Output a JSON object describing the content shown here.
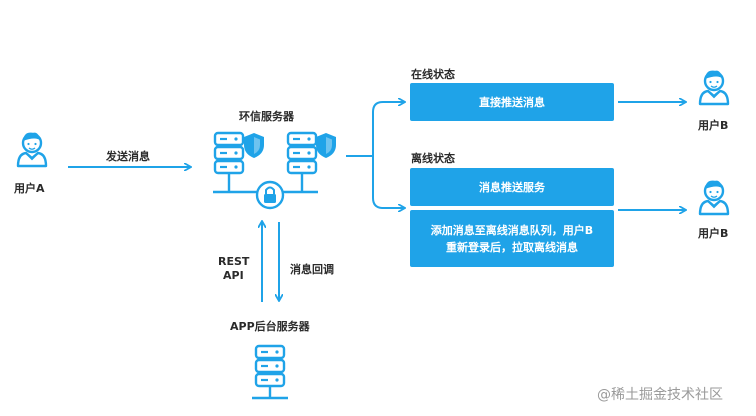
{
  "colors": {
    "accent": "#1fa3e8",
    "line": "#1fa3e8",
    "text": "#2b2b2b",
    "watermark": "#9a9a9a"
  },
  "user_a": {
    "label": "用户A",
    "icon": "user-icon"
  },
  "user_b_top": {
    "label": "用户B",
    "icon": "user-icon"
  },
  "user_b_bottom": {
    "label": "用户B",
    "icon": "user-icon"
  },
  "im_server": {
    "label": "环信服务器",
    "icons": [
      "server-shield-icon",
      "lock-icon"
    ]
  },
  "app_server": {
    "label": "APP后台服务器",
    "icon": "server-icon"
  },
  "edges": {
    "send": "发送消息",
    "rest_api": [
      "REST",
      "API"
    ],
    "callback": "消息回调"
  },
  "online": {
    "state": "在线状态",
    "box": "直接推送消息"
  },
  "offline": {
    "state": "离线状态",
    "box1": "消息推送服务",
    "box2_lines": [
      "添加消息至离线消息队列，用户B",
      "重新登录后，拉取离线消息"
    ]
  },
  "watermark": "@稀土掘金技术社区"
}
